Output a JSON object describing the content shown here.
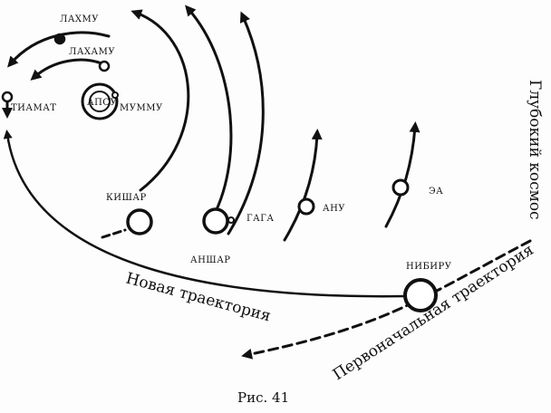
{
  "planets": {
    "lahmu": "ЛАХМУ",
    "lahamu": "ЛАХАМУ",
    "tiamat": "ТИАМАТ",
    "apsu": "АПСУ",
    "mummu": "МУММУ",
    "kishar": "КИШАР",
    "anshar": "АНШАР",
    "gaga": "ГАГА",
    "anu": "АНУ",
    "ea": "ЭА",
    "nibiru": "НИБИРУ"
  },
  "labels": {
    "new_trajectory": "Новая траектория",
    "original_trajectory": "Первоначальная траектория",
    "deep_space": "Глубокий космос"
  },
  "caption": "Рис. 41"
}
